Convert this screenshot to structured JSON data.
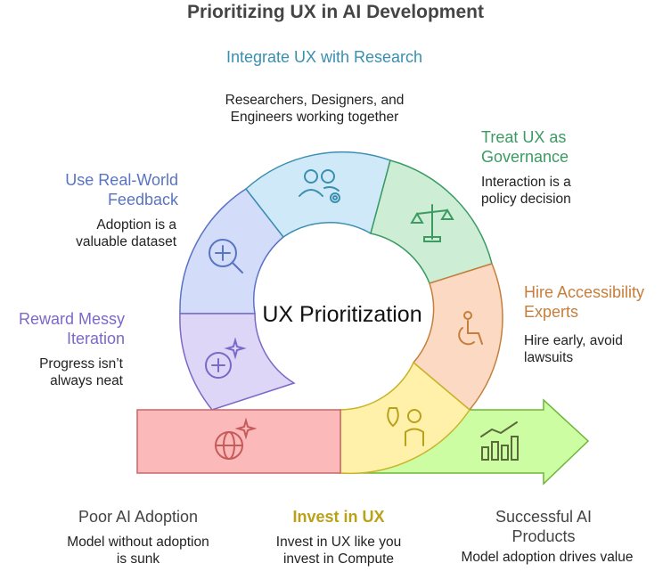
{
  "title": "Prioritizing UX in AI Development",
  "center": "UX Prioritization",
  "segments": [
    {
      "heading": "Integrate UX with Research",
      "desc": "Researchers, Designers, and Engineers working together",
      "icon": "people-gear-icon",
      "color": "#3a8fb0",
      "fill": "#cfe9f8"
    },
    {
      "heading": "Treat UX as Governance",
      "desc": "Interaction is a policy decision",
      "icon": "scales-icon",
      "color": "#3c9a63",
      "fill": "#cdeed4"
    },
    {
      "heading": "Use Real-World Feedback",
      "desc": "Adoption is a valuable dataset",
      "icon": "magnify-plus-icon",
      "color": "#5a74c4",
      "fill": "#d3dcf8"
    },
    {
      "heading": "Hire Accessibility Experts",
      "desc": "Hire early, avoid lawsuits",
      "icon": "accessibility-icon",
      "color": "#c57e3b",
      "fill": "#fbd9c2"
    },
    {
      "heading": "Reward Messy Iteration",
      "desc": "Progress isn’t always neat",
      "icon": "plus-sparkle-icon",
      "color": "#7c68c8",
      "fill": "#ddd6f7"
    },
    {
      "heading": "Invest in UX",
      "desc": "Invest in UX like you invest in Compute",
      "icon": "money-person-icon",
      "color": "#b9a21a",
      "fill": "#fff1a9"
    }
  ],
  "bottom": [
    {
      "heading": "Poor AI Adoption",
      "desc": "Model without adoption is sunk",
      "icon": "globe-sparkle-icon",
      "color": "#444444",
      "fill": "#fcb9b9"
    },
    {
      "heading": "Successful AI Products",
      "desc": "Model adoption drives value",
      "icon": "bar-chart-icon",
      "color": "#444444",
      "fill": "#cdfda3"
    }
  ]
}
